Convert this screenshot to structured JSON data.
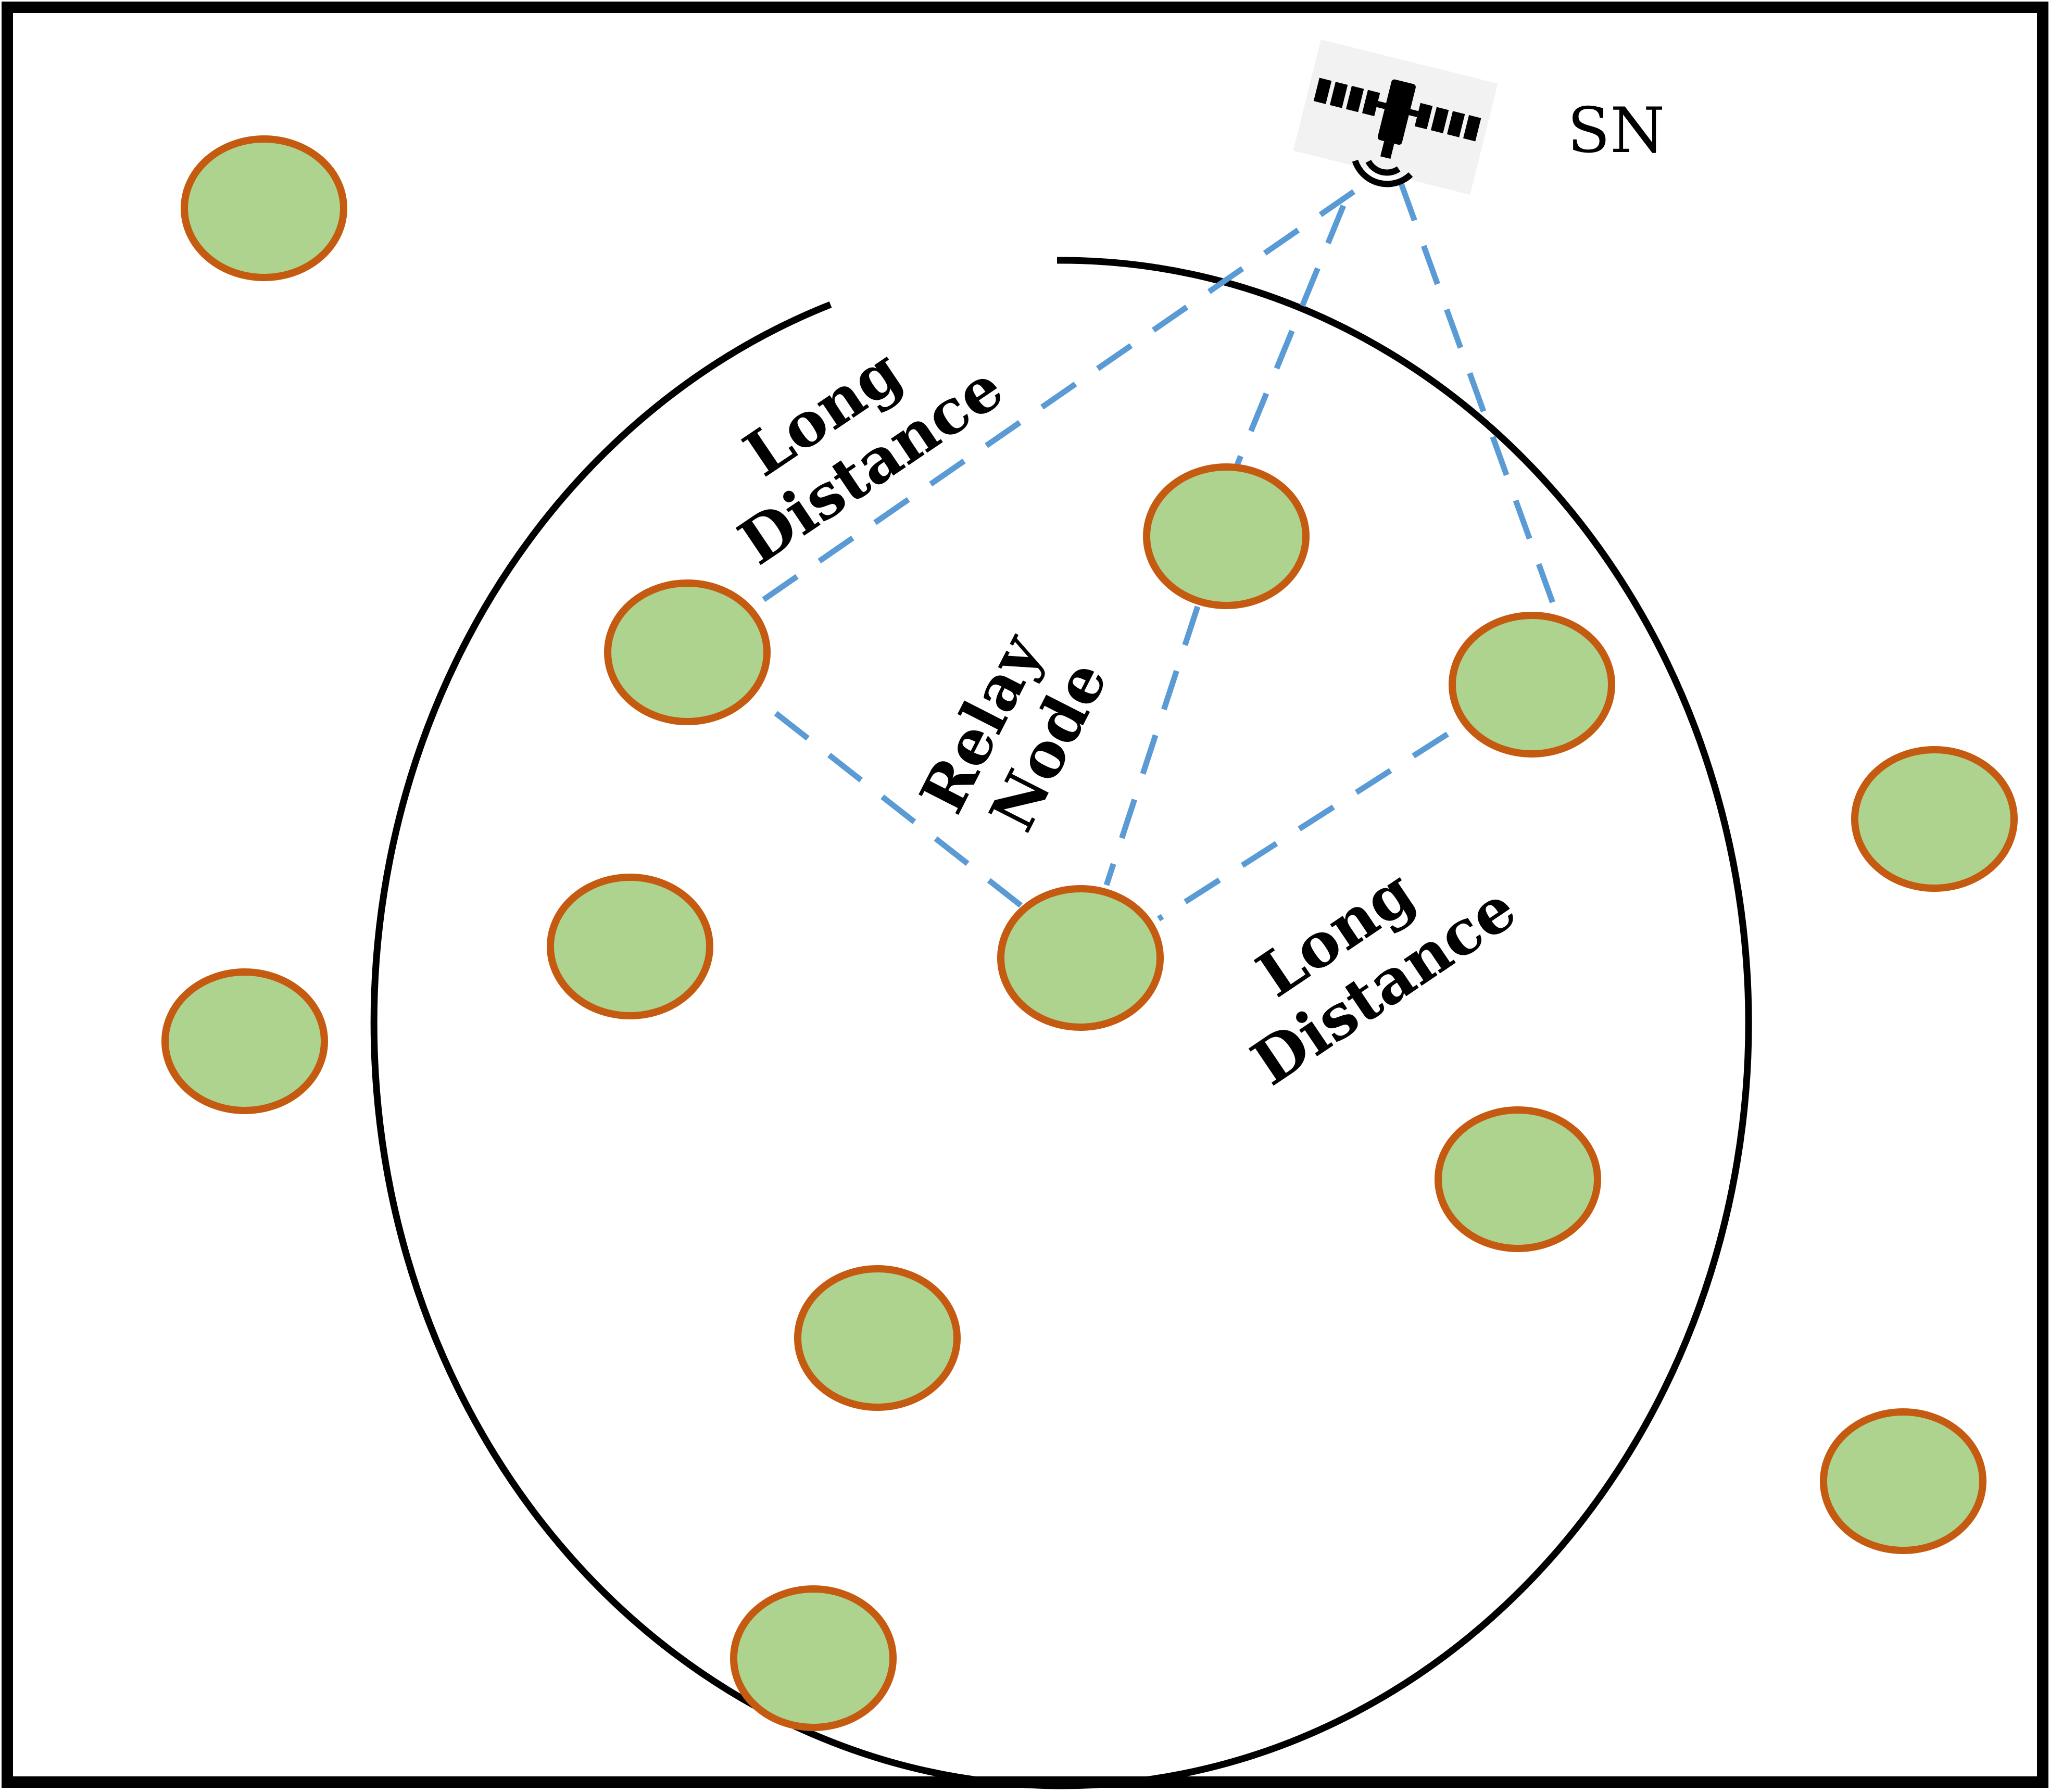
{
  "diagram": {
    "sink_label": "SN",
    "labels": {
      "long_distance_top": [
        "Long",
        "Distance"
      ],
      "relay_node": [
        "Relay",
        "Node"
      ],
      "long_distance_bottom": [
        "Long",
        "Distance"
      ]
    },
    "colors": {
      "node_fill": "#aed38e",
      "node_stroke": "#c55a11",
      "link": "#5b9bd5",
      "boundary": "#000000",
      "frame": "#000000"
    },
    "icons": {
      "sink": "satellite-icon"
    }
  }
}
